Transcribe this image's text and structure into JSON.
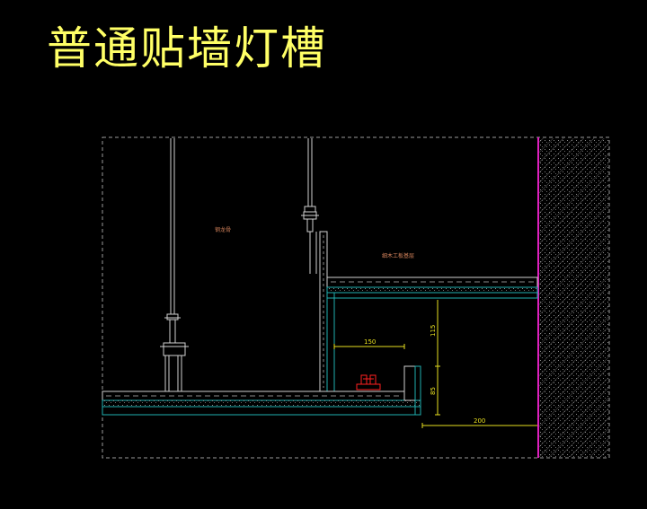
{
  "drawing": {
    "title": "普通贴墙灯槽",
    "note_main": "钢龙骨",
    "note_right": "细木工板基层",
    "dims": {
      "d150": "150",
      "d115": "115",
      "d85": "85",
      "d200": "200"
    }
  },
  "colors": {
    "title": "#ffff66",
    "lines": "#d0d0d0",
    "cyan": "#20b0b0",
    "dim_yellow": "#e8e020",
    "note_orange": "#d0805a",
    "wall_magenta": "#e020c0",
    "lamp_red": "#ff2020",
    "frame": "#9a9a9a"
  }
}
